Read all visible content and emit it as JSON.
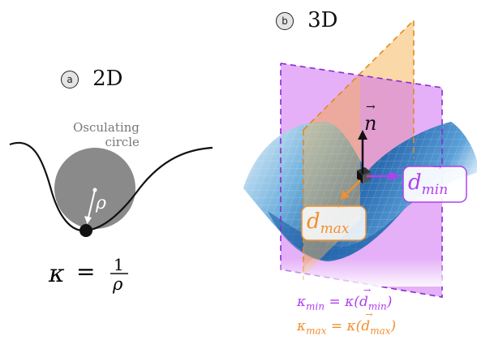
{
  "panel_a": {
    "badge": "a",
    "title": "2D",
    "osculating_label_line1": "Osculating",
    "osculating_label_line2": "circle",
    "rho": "ρ",
    "kappa": "κ",
    "equals": "=",
    "numerator": "1",
    "denominator": "ρ"
  },
  "panel_b": {
    "badge": "b",
    "title": "3D",
    "normal_label": "n",
    "dmin_label": "d",
    "dmin_sub": "min",
    "dmax_label": "d",
    "dmax_sub": "max",
    "eq_min_lhs": "κ",
    "eq_min_lhs_sub": "min",
    "eq_min_rhs": "= κ(d",
    "eq_min_rhs_sub": "min",
    "eq_max_lhs": "κ",
    "eq_max_lhs_sub": "max",
    "eq_max_rhs": "= κ(d",
    "eq_max_rhs_sub": "max",
    "close_paren": ")"
  },
  "colors": {
    "purple": "#b040f0",
    "purple_fill": "#d070f0",
    "orange": "#f0a040",
    "orange_fill": "#f5b860",
    "surface_dark": "#2a6ab0",
    "surface_light": "#c8e4f8",
    "circle_fill": "#8a8a8a"
  }
}
